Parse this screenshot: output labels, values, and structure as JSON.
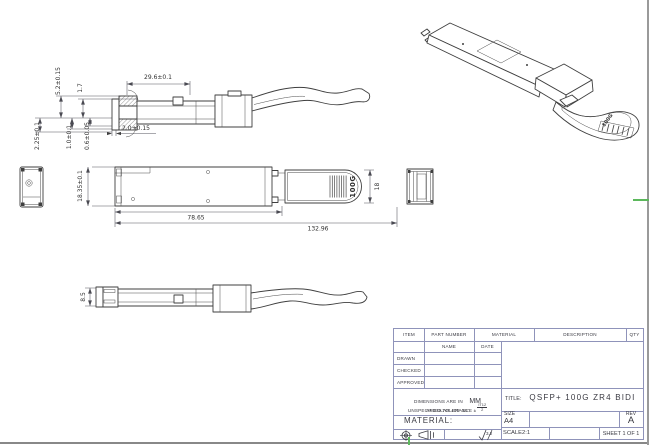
{
  "views": {
    "side_top": {
      "d_29_6": "29.6±0.1",
      "d_5_2": "5.2±0.15",
      "d_1_7": "1.7",
      "d_2_25": "2.25±0.1",
      "d_1_0": "1.0±0.1",
      "d_0_6": "0.6±0.05",
      "d_2_0": "2.0±0.15"
    },
    "top": {
      "d_18_35": "18.35±0.1",
      "d_78_65": "78.65",
      "d_132_96": "132.96",
      "d_18": "18",
      "tab_label": "100G"
    },
    "side_bottom": {
      "d_8_5": "8.5"
    },
    "iso": {
      "tab_label": "100G"
    }
  },
  "title_block": {
    "col_item": "ITEM",
    "col_part_number": "PART NUMBER",
    "col_material": "MATERIAL",
    "col_description": "DESCRIPTION",
    "col_qty": "QTY",
    "name_label": "NAME",
    "date_label": "DATE",
    "drawn_label": "DRAWN",
    "checked_label": "CHECKED",
    "approved_label": "APPROVED",
    "dims_note": "DIMENSIONS ARE IN",
    "units": "MM",
    "tol_note": "UNSPECIFIED TOLERANCE ±",
    "tol_num": "IT12",
    "tol_den": "2",
    "angular_note": "ANGULAR ±06'-15'",
    "material_label": "MATERIAL:",
    "title_label": "TITLE:",
    "title": "QSFP+ 100G ZR4 BIDI",
    "size_label": "SIZE",
    "size": "A4",
    "rev_label": "REV",
    "rev": "A",
    "scale_label": "SCALE",
    "scale": "2:1",
    "sheet_label": "SHEET 1 OF 1",
    "finish_value": "3.2"
  }
}
